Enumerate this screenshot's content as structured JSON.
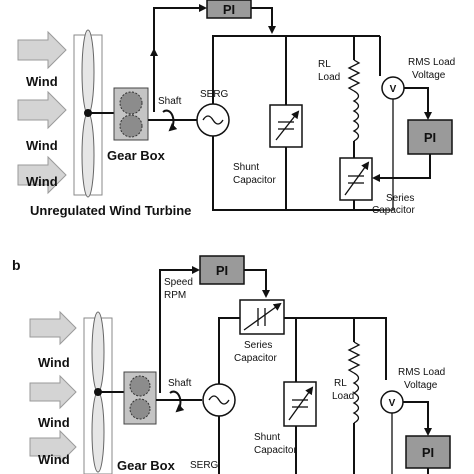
{
  "panel_a": {
    "wind_labels": [
      "Wind",
      "Wind",
      "Wind"
    ],
    "gear_box_label": "Gear Box",
    "shaft_label": "Shaft",
    "serg_label": "SERG",
    "pi_top": "PI",
    "pi_right": "PI",
    "rl_load_line1": "RL",
    "rl_load_line2": "Load",
    "rms_line1": "RMS Load",
    "rms_line2": "Voltage",
    "voltmeter": "V",
    "shunt_line1": "Shunt",
    "shunt_line2": "Capacitor",
    "series_line1": "Series",
    "series_line2": "Capacitor",
    "turbine_caption": "Unregulated Wind Turbine"
  },
  "panel_b": {
    "panel_letter": "b",
    "pi_top": "PI",
    "pi_right": "PI",
    "speed_line1": "Speed",
    "speed_line2": "RPM",
    "series_line1": "Series",
    "series_line2": "Capacitor",
    "wind_labels": [
      "Wind",
      "Wind",
      "Wind"
    ],
    "shaft_label": "Shaft",
    "rl_load_line1": "RL",
    "rl_load_line2": "Load",
    "rms_line1": "RMS Load",
    "rms_line2": "Voltage",
    "voltmeter": "V",
    "shunt_line1": "Shunt",
    "shunt_line2": "Capacitor",
    "gear_box_label": "Gear Box",
    "serg_label": "SERG"
  }
}
